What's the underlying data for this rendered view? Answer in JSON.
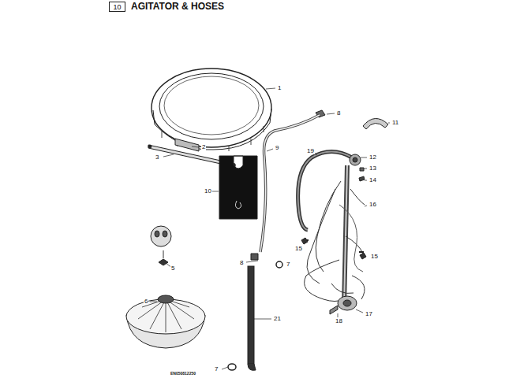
{
  "diagram": {
    "title": "AGITATOR & HOSES",
    "nodes": [
      {
        "text": [
          "10"
        ]
      }
    ],
    "edges": [],
    "labels": [
      "1",
      "8",
      "11",
      "2",
      "3",
      "9",
      "19",
      "12",
      "13",
      "14",
      "10",
      "16",
      "15",
      "15",
      "8",
      "7",
      "5",
      "6",
      "21",
      "18",
      "17",
      "7",
      "EN050812250"
    ]
  }
}
